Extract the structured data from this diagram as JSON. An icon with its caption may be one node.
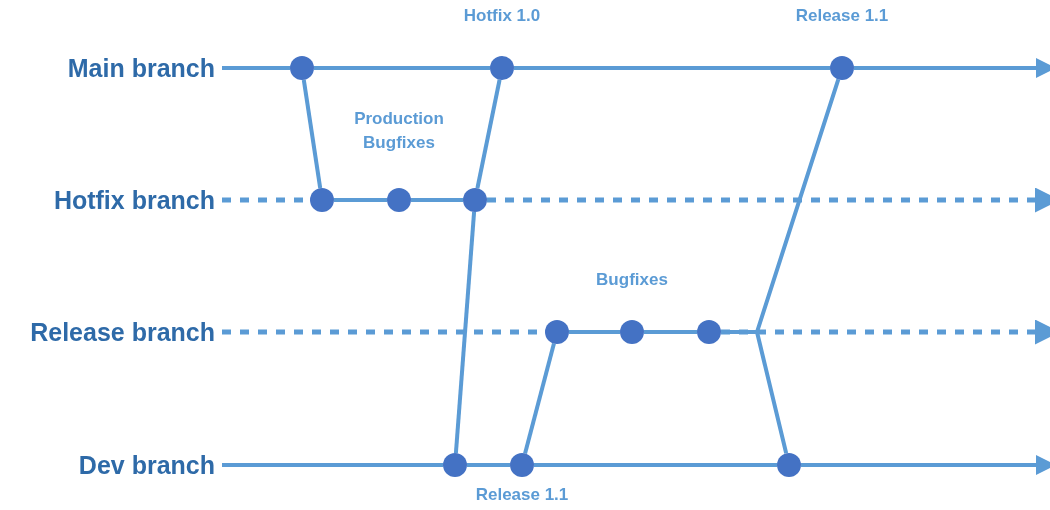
{
  "diagram": {
    "nodes": [
      {
        "text": [
          "Main branch"
        ]
      },
      {
        "text": [],
        "shape": "circle"
      },
      {
        "text": [],
        "shape": "circle",
        "beside": [
          "Hotfix 1.0"
        ]
      },
      {
        "text": [],
        "shape": "circle",
        "beside": [
          "Release 1.1"
        ]
      },
      {
        "text": [
          "Hotfix branch"
        ]
      },
      {
        "text": [],
        "shape": "circle"
      },
      {
        "text": [],
        "shape": "circle"
      },
      {
        "text": [],
        "shape": "circle"
      },
      {
        "text": [
          "Release branch"
        ]
      },
      {
        "text": [],
        "shape": "circle"
      },
      {
        "text": [],
        "shape": "circle"
      },
      {
        "text": [],
        "shape": "circle"
      },
      {
        "text": [
          "Dev branch"
        ]
      },
      {
        "text": [],
        "shape": "circle"
      },
      {
        "text": [],
        "shape": "circle",
        "beside": [
          "Release 1.1"
        ]
      },
      {
        "text": [],
        "shape": "circle"
      }
    ],
    "edges": [
      {
        "from": 0,
        "to": 1,
        "arrow": "none"
      },
      {
        "from": 1,
        "to": 2,
        "arrow": "none"
      },
      {
        "from": 2,
        "to": 3,
        "arrow": "none"
      },
      {
        "from": 3,
        "to": null,
        "arrow": "to"
      },
      {
        "from": 4,
        "to": 5,
        "arrow": "none",
        "style": "dashed"
      },
      {
        "from": 5,
        "to": 6,
        "arrow": "none"
      },
      {
        "from": 6,
        "to": 7,
        "arrow": "none"
      },
      {
        "from": 7,
        "to": null,
        "arrow": "to",
        "style": "dashed"
      },
      {
        "from": 8,
        "to": 9,
        "arrow": "none",
        "style": "dashed"
      },
      {
        "from": 9,
        "to": 10,
        "arrow": "none"
      },
      {
        "from": 10,
        "to": 11,
        "arrow": "none"
      },
      {
        "from": 11,
        "to": null,
        "arrow": "to",
        "style": "dashed"
      },
      {
        "from": 12,
        "to": 13,
        "arrow": "none"
      },
      {
        "from": 13,
        "to": 14,
        "arrow": "none"
      },
      {
        "from": 14,
        "to": 15,
        "arrow": "none"
      },
      {
        "from": 15,
        "to": null,
        "arrow": "to"
      },
      {
        "from": 1,
        "to": 5,
        "arrow": "none"
      },
      {
        "from": 7,
        "to": 2,
        "arrow": "none"
      },
      {
        "from": 7,
        "to": 13,
        "arrow": "none"
      },
      {
        "from": 14,
        "to": 9,
        "arrow": "none"
      },
      {
        "from": 11,
        "to": 3,
        "arrow": "none"
      },
      {
        "from": 11,
        "to": 15,
        "arrow": "none"
      }
    ],
    "labels": [
      "Production Bugfixes",
      "Bugfixes"
    ]
  }
}
